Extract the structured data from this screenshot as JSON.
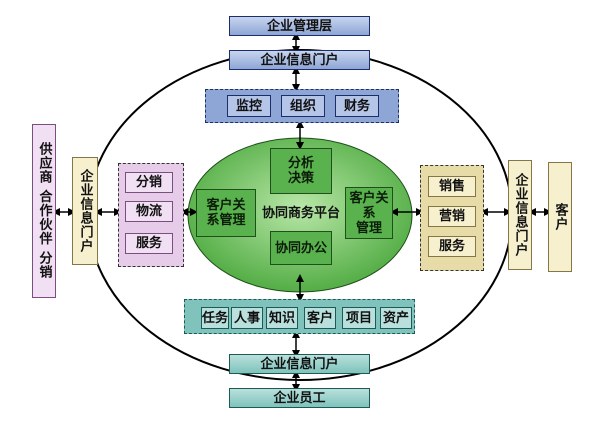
{
  "top": {
    "management": "企业管理层",
    "portal_top": "企业信息门户",
    "group_items": [
      "监控",
      "组织",
      "财务"
    ]
  },
  "center": {
    "platform": "协同商务平台",
    "top_box": "分析\n决策",
    "left_box": "客户关\n系管理",
    "right_box": "客户关系\n管理",
    "bottom_box": "协同办公"
  },
  "left": {
    "group_items": [
      "分销",
      "物流",
      "服务"
    ],
    "portal": "企业信息门户",
    "partners": "供应商 合作伙伴 分销"
  },
  "right": {
    "group_items": [
      "销售",
      "营销",
      "服务"
    ],
    "portal": "企业信息门户",
    "customer": "客户"
  },
  "bottom": {
    "group_items": [
      "任务",
      "人事",
      "知识",
      "客户",
      "项目",
      "资产"
    ],
    "portal_bottom": "企业信息门户",
    "employees": "企业员工"
  },
  "colors": {
    "blue": "#8ea6d6",
    "teal": "#7fc3bc",
    "purple": "#f1dff3",
    "tan": "#f7f0cf",
    "green": "#59b24d"
  }
}
